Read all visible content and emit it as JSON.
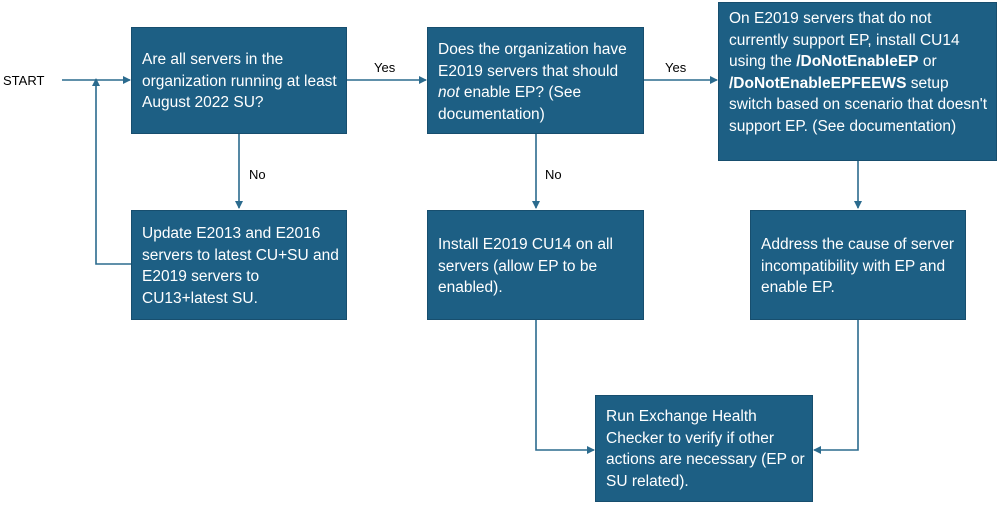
{
  "start_label": "START",
  "edge_labels": {
    "yes_1": "Yes",
    "yes_2": "Yes",
    "no_1": "No",
    "no_2": "No"
  },
  "nodes": {
    "q1": {
      "text": "Are all servers in the organization running at least August 2022 SU?"
    },
    "update": {
      "text": "Update E2013 and E2016 servers to latest CU+SU and E2019 servers to CU13+latest SU."
    },
    "q2": {
      "text_before": "Does the organization have E2019 servers that should ",
      "text_emph": "not",
      "text_after": " enable EP? (See documentation)"
    },
    "install_all": {
      "text": "Install E2019 CU14 on all servers (allow EP to be enabled)."
    },
    "install_switch": {
      "text_1": "On E2019 servers that do not currently support EP, install CU14 using the ",
      "switch_1": "/DoNotEnableEP",
      "text_2": " or ",
      "switch_2": "/DoNotEnableEPFEEWS",
      "text_3": " setup switch based on scenario that doesn't support EP. (See documentation)"
    },
    "address": {
      "text": "Address the cause of server incompatibility with EP and enable EP."
    },
    "health": {
      "text": "Run Exchange Health Checker to verify if other actions are necessary (EP or SU related)."
    }
  },
  "colors": {
    "box_fill": "#1d5f84",
    "box_text": "#ffffff",
    "connector": "#2b6b8e"
  }
}
